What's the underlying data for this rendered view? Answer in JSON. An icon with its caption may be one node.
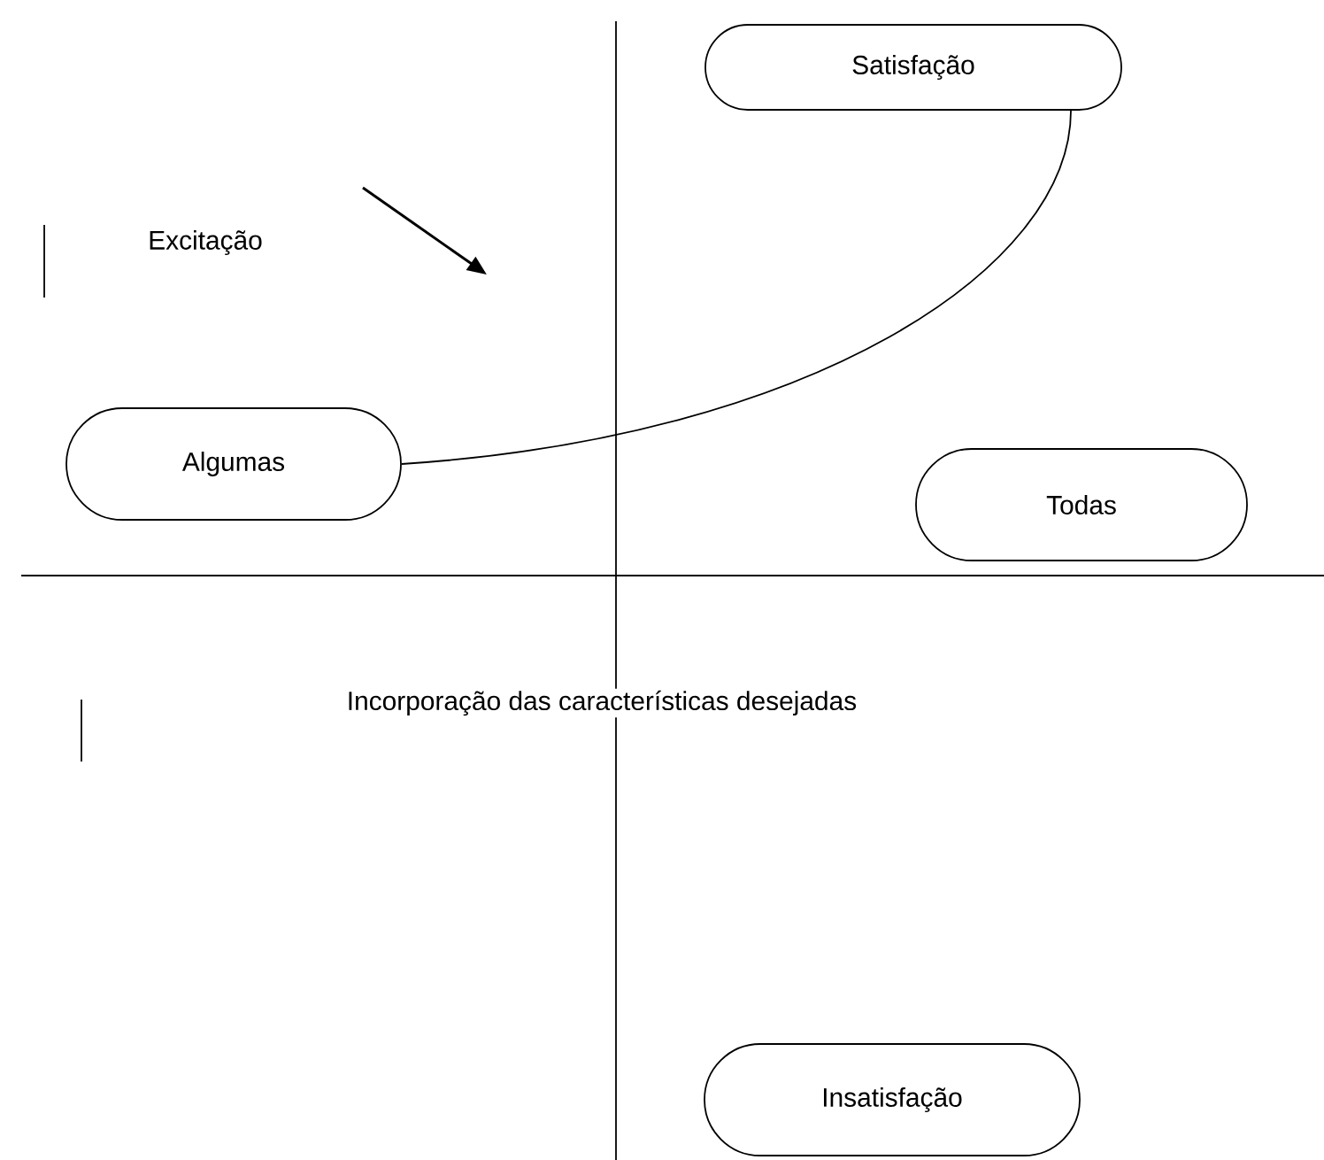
{
  "diagram": {
    "nodes": [
      {
        "text": [
          "Satisfação"
        ]
      },
      {
        "text": [
          "Algumas"
        ]
      },
      {
        "text": [
          "Todas"
        ]
      },
      {
        "text": [
          "Insatisfação"
        ]
      }
    ],
    "edges": [
      {
        "from": 1,
        "to": 0,
        "arrow": "none"
      }
    ],
    "labels": [
      "Excitação",
      "Incorporação das características desejadas"
    ]
  }
}
